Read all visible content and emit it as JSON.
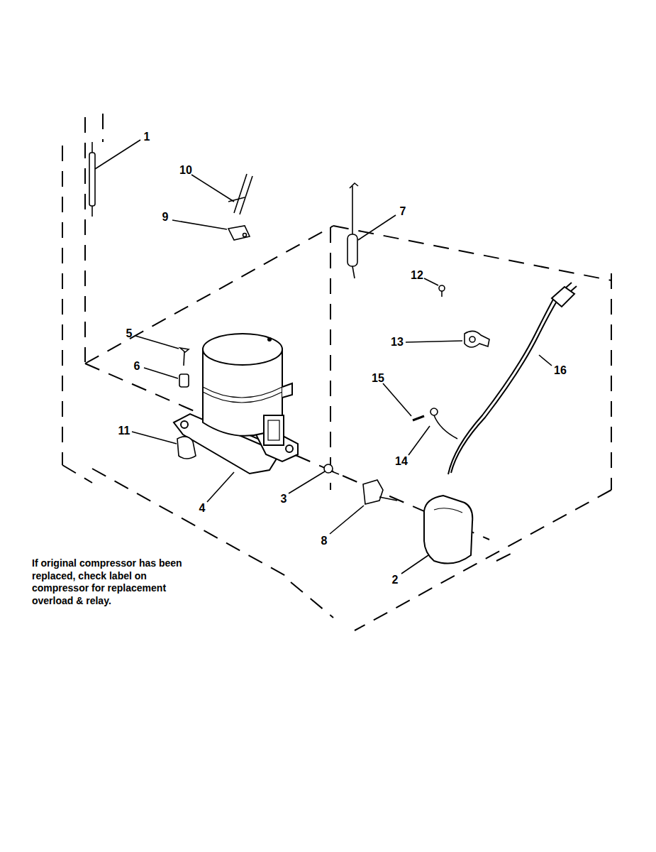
{
  "diagram": {
    "labels": [
      "1",
      "10",
      "7",
      "9",
      "12",
      "13",
      "5",
      "16",
      "6",
      "15",
      "11",
      "14",
      "4",
      "3",
      "8",
      "2",
      "If original compressor has been replaced, check label on compressor for replacement overload & relay."
    ]
  }
}
